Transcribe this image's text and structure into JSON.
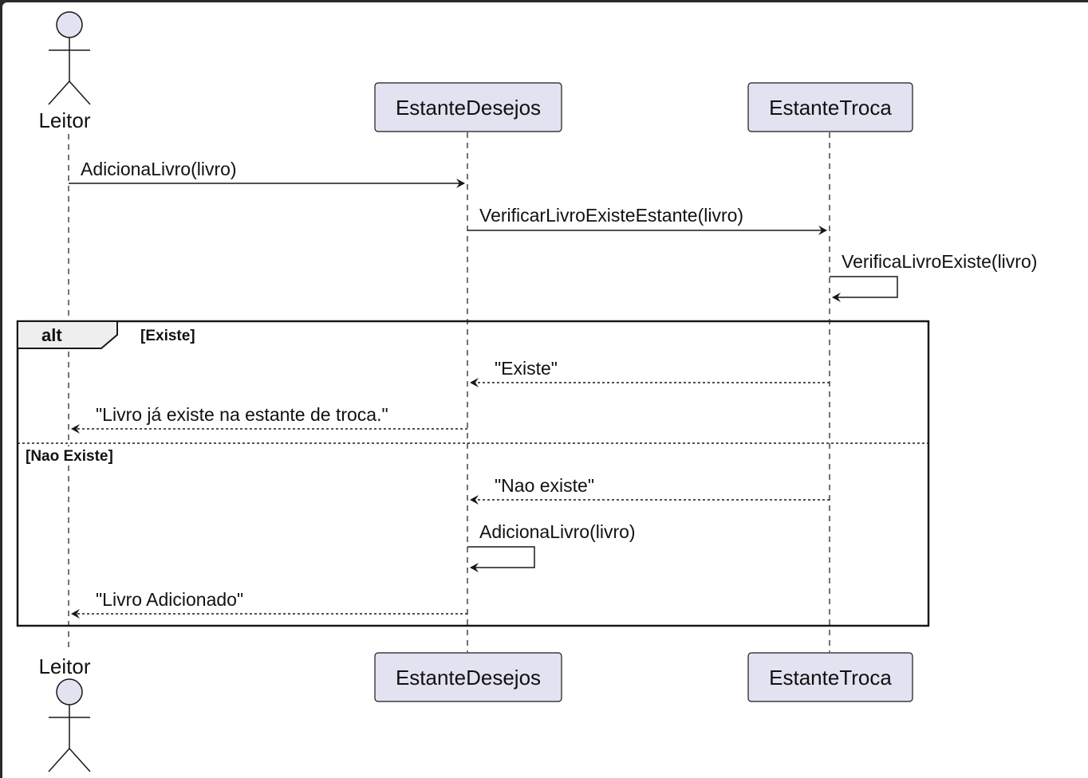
{
  "participants": {
    "leitor": {
      "label": "Leitor",
      "kind": "actor"
    },
    "desejos": {
      "label": "EstanteDesejos",
      "kind": "participant"
    },
    "troca": {
      "label": "EstanteTroca",
      "kind": "participant"
    }
  },
  "messages": [
    {
      "label": "AdicionaLivro(livro)",
      "from": "Leitor",
      "to": "EstanteDesejos",
      "style": "solid"
    },
    {
      "label": "VerificarLivroExisteEstante(livro)",
      "from": "EstanteDesejos",
      "to": "EstanteTroca",
      "style": "solid"
    },
    {
      "label": "VerificaLivroExiste(livro)",
      "from": "EstanteTroca",
      "to": "EstanteTroca",
      "style": "solid"
    },
    {
      "label": "\"Existe\"",
      "from": "EstanteTroca",
      "to": "EstanteDesejos",
      "style": "dashed"
    },
    {
      "label": "\"Livro já existe na estante de troca.\"",
      "from": "EstanteDesejos",
      "to": "Leitor",
      "style": "dashed"
    },
    {
      "label": "\"Nao existe\"",
      "from": "EstanteTroca",
      "to": "EstanteDesejos",
      "style": "dashed"
    },
    {
      "label": "AdicionaLivro(livro)",
      "from": "EstanteDesejos",
      "to": "EstanteDesejos",
      "style": "solid"
    },
    {
      "label": "\"Livro Adicionado\"",
      "from": "EstanteDesejos",
      "to": "Leitor",
      "style": "dashed"
    }
  ],
  "alt_fragment": {
    "keyword": "alt",
    "guard_1": "[Existe]",
    "guard_2": "[Nao Existe]"
  },
  "colors": {
    "participant_fill": "#e2e2f0",
    "participant_stroke": "#181818",
    "line": "#181818",
    "alt_tab_fill": "#eeeeee"
  }
}
